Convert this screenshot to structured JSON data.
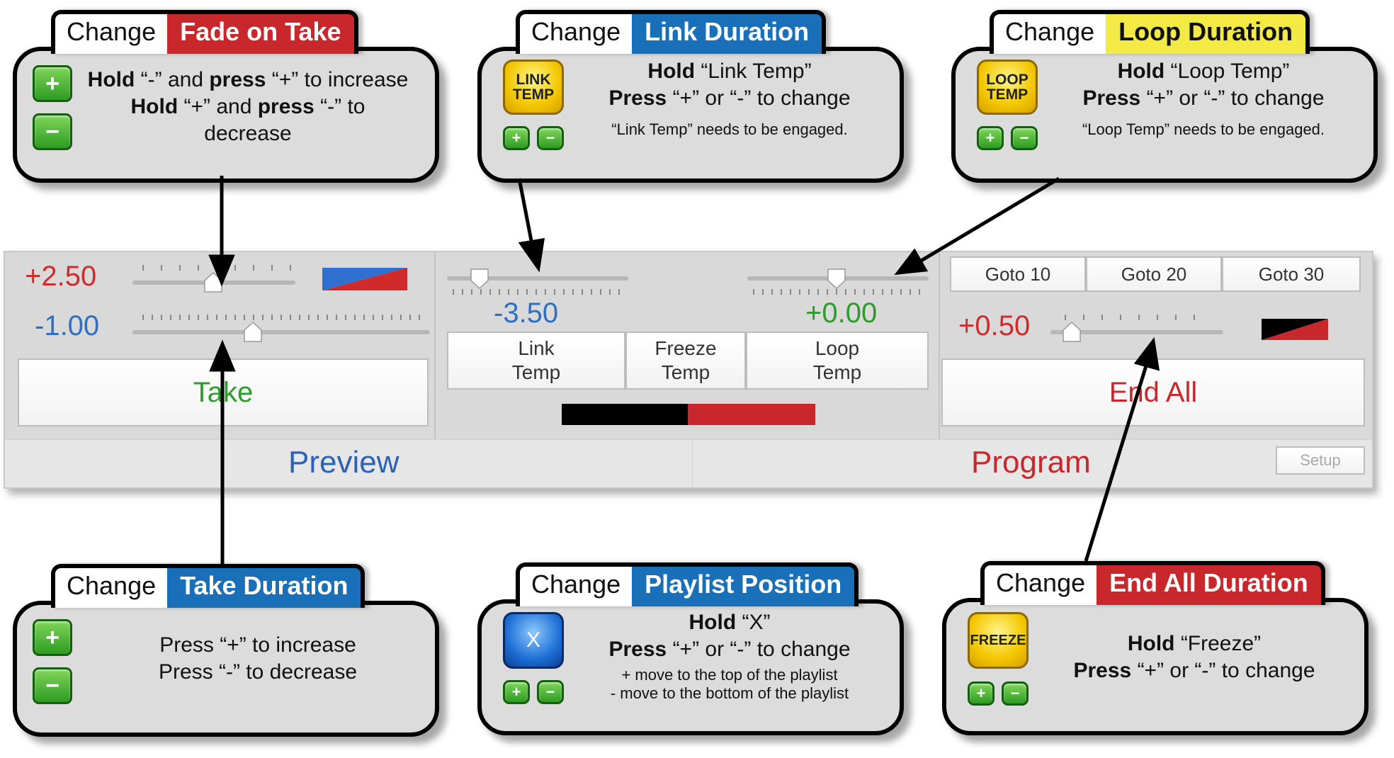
{
  "callouts": {
    "fade": {
      "change_label": "Change",
      "title": "Fade on Take",
      "plus": "+",
      "minus": "−",
      "line1_bold": "Hold",
      "line1_mid": " “-” and ",
      "line1_bold2": "press",
      "line1_end": " “+” to increase",
      "line2_bold": "Hold",
      "line2_mid": " “+” and ",
      "line2_bold2": "press",
      "line2_end": " “-” to decrease"
    },
    "link": {
      "change_label": "Change",
      "title": "Link Duration",
      "button_label": "LINK TEMP",
      "plus": "+",
      "minus": "−",
      "hold_bold": "Hold",
      "hold_rest": " “Link Temp”",
      "press_bold": "Press",
      "press_rest": " “+” or “-” to change",
      "note": "“Link Temp” needs to be engaged."
    },
    "loop": {
      "change_label": "Change",
      "title": "Loop Duration",
      "button_label": "LOOP TEMP",
      "plus": "+",
      "minus": "−",
      "hold_bold": "Hold",
      "hold_rest": " “Loop Temp”",
      "press_bold": "Press",
      "press_rest": " “+” or “-” to change",
      "note": "“Loop Temp” needs to be engaged."
    },
    "take": {
      "change_label": "Change",
      "title": "Take Duration",
      "plus": "+",
      "minus": "−",
      "line1": "Press “+” to increase",
      "line2": "Press “-” to decrease"
    },
    "playlist": {
      "change_label": "Change",
      "title": "Playlist Position",
      "button_label": "X",
      "plus": "+",
      "minus": "−",
      "hold_bold": "Hold",
      "hold_rest": " “X”",
      "press_bold": "Press",
      "press_rest": " “+” or “-” to change",
      "note1": "+ move to the top of the playlist",
      "note2": "-  move to the bottom of the playlist"
    },
    "endall": {
      "change_label": "Change",
      "title": "End All Duration",
      "button_label": "FREEZE",
      "plus": "+",
      "minus": "−",
      "hold_bold": "Hold",
      "hold_rest": " “Freeze”",
      "press_bold": "Press",
      "press_rest": " “+” or “-” to change"
    }
  },
  "panel": {
    "preview": {
      "fade_value": "+2.50",
      "take_value": "-1.00",
      "take_button": "Take",
      "label": "Preview"
    },
    "middle": {
      "link_value": "-3.50",
      "loop_value": "+0.00",
      "link_button": "Link Temp",
      "freeze_button": "Freeze Temp",
      "loop_button": "Loop Temp"
    },
    "program": {
      "goto_buttons": [
        "Goto 10",
        "Goto 20",
        "Goto 30"
      ],
      "end_value": "+0.50",
      "end_button": "End All",
      "label": "Program",
      "setup_button": "Setup"
    }
  },
  "colors": {
    "red": "#c8282b",
    "blue": "#1a70b8",
    "yellow": "#f4ea45",
    "green": "#2e9b22",
    "value_red": "#d22a2a",
    "value_blue": "#2f6fc2",
    "value_green": "#2f9b2f"
  },
  "icons": [
    "plus-icon",
    "minus-icon",
    "arrow-icon"
  ]
}
